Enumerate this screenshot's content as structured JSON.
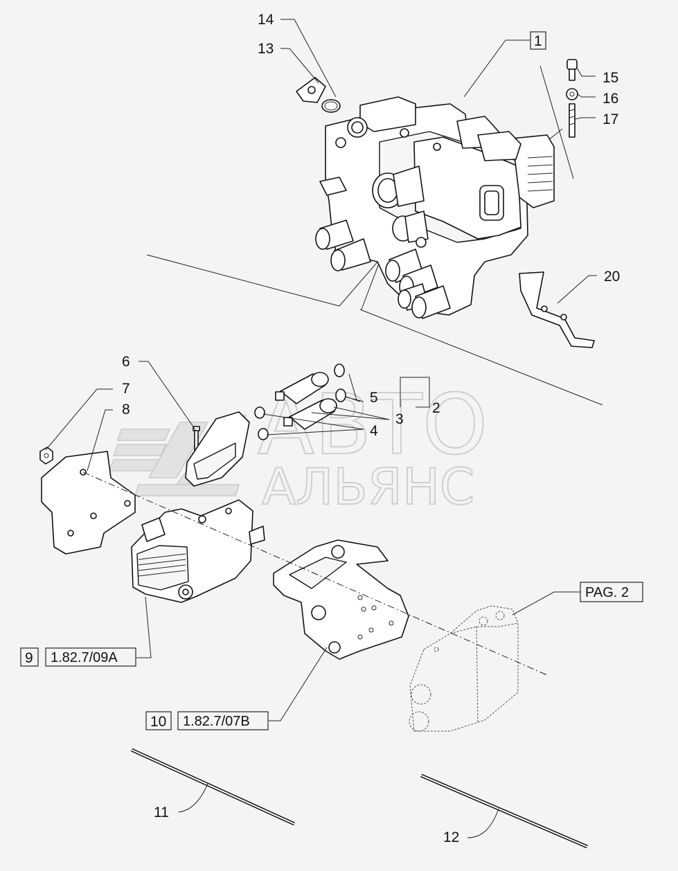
{
  "labels": {
    "n1": "1",
    "n2": "2",
    "n3": "3",
    "n4": "4",
    "n5": "5",
    "n6": "6",
    "n7": "7",
    "n8": "8",
    "n9": "9",
    "n10": "10",
    "n11": "11",
    "n12": "12",
    "n13": "13",
    "n14": "14",
    "n15": "15",
    "n16": "16",
    "n17": "17",
    "n20": "20"
  },
  "refs": {
    "ref9": "1.82.7/09A",
    "ref10": "1.82.7/07B",
    "pag": "PAG. 2"
  },
  "watermark": {
    "line1": "АВТО",
    "line2": "АЛЬЯНС"
  }
}
